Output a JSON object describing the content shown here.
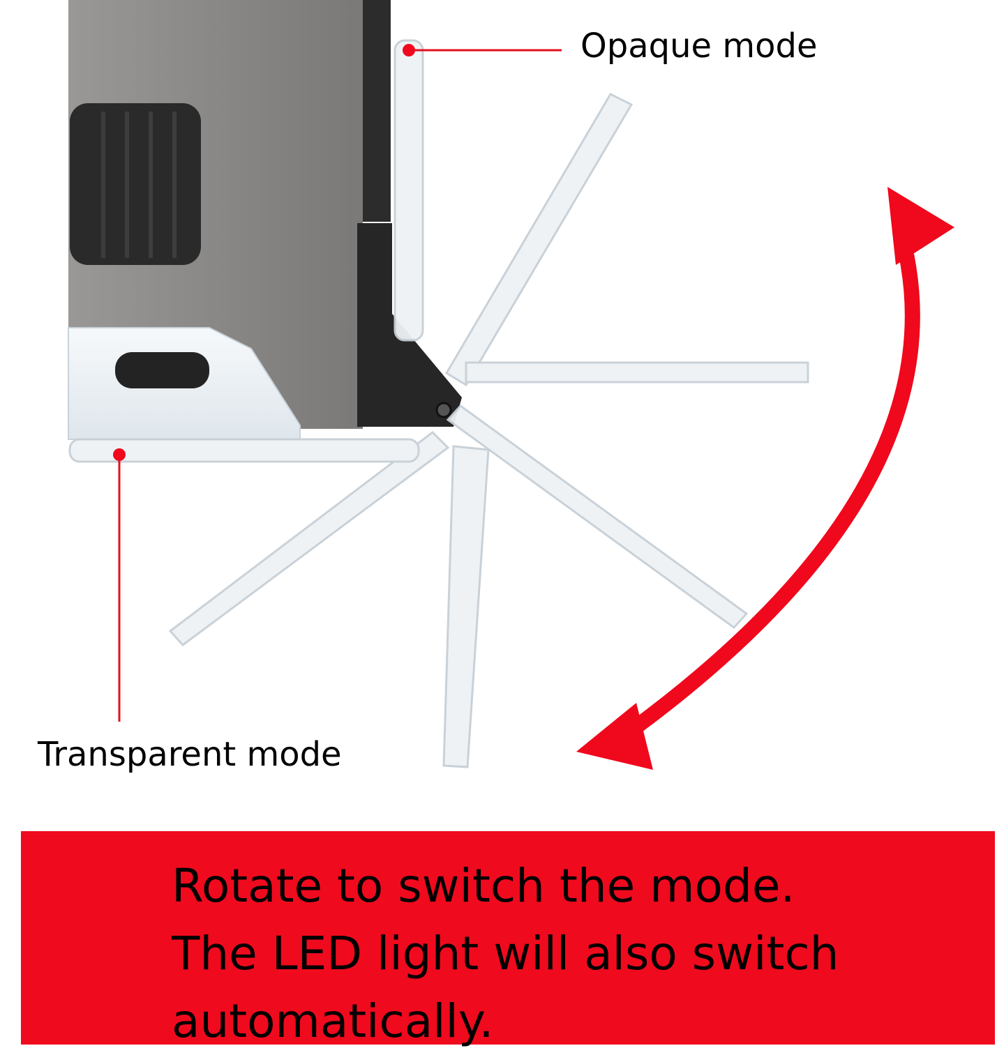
{
  "labels": {
    "opaque": "Opaque mode",
    "transparent": "Transparent mode"
  },
  "banner": {
    "lines": [
      "Rotate to switch the mode.",
      "The LED light will also switch",
      "automatically."
    ]
  },
  "colors": {
    "accent_red": "#f0081c",
    "banner_red": "#f00a1e",
    "body_grey": "#8b8987",
    "dark_panel": "#2b2b2b",
    "clear_plastic": "#e9eef2"
  },
  "icons": {
    "rotation_arrow": "double-headed-curved-arrow"
  }
}
